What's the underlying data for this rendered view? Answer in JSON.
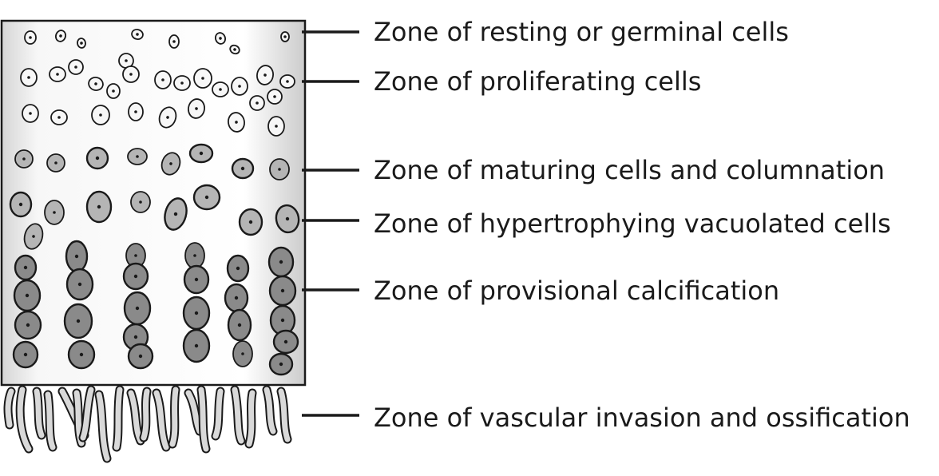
{
  "labels": [
    "Zone of resting or germinal cells",
    "Zone of proliferating cells",
    "Zone of maturing cells and columnation",
    "Zone of hypertrophying vacuolated cells",
    "Zone of provisional calcification",
    "Zone of vascular invasion and ossification"
  ],
  "colors": {
    "cell_light": "#f7f7f7",
    "cell_mid": "#b5b5b5",
    "cell_dark": "#8a8a8a",
    "cartilage_light": "#ffffff",
    "cartilage_shade": "#cfcfcf",
    "outline": "#1a1a1a",
    "vessel": "#d9d9d9"
  }
}
